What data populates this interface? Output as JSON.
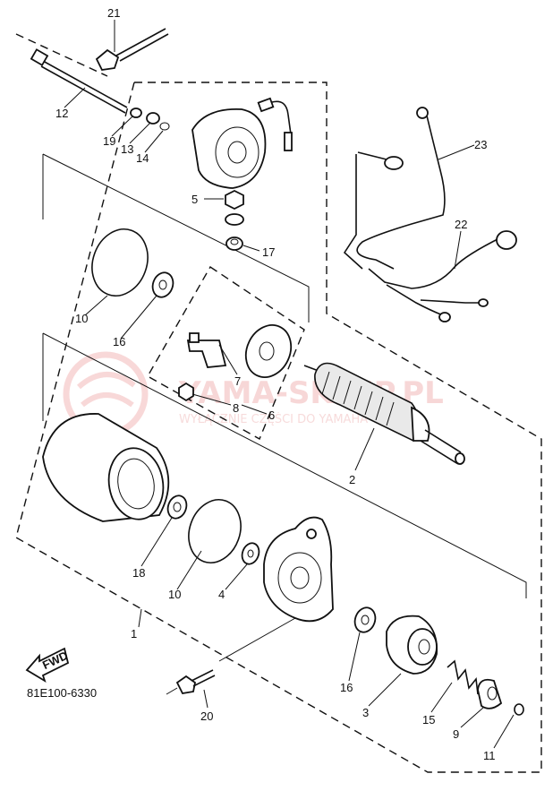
{
  "diagram": {
    "code": "81E100-6330",
    "fwd_label": "FWD",
    "watermark": {
      "main": "YAMA-SKLEP.PL",
      "sub": "WYŁĄCZNIE CZĘŚCI DO YAMAHA"
    },
    "callouts": [
      {
        "id": "c21",
        "label": "21"
      },
      {
        "id": "c12",
        "label": "12"
      },
      {
        "id": "c19",
        "label": "19"
      },
      {
        "id": "c13",
        "label": "13"
      },
      {
        "id": "c14",
        "label": "14"
      },
      {
        "id": "c5",
        "label": "5"
      },
      {
        "id": "c17",
        "label": "17"
      },
      {
        "id": "c23",
        "label": "23"
      },
      {
        "id": "c22",
        "label": "22"
      },
      {
        "id": "c10a",
        "label": "10"
      },
      {
        "id": "c16a",
        "label": "16"
      },
      {
        "id": "c7",
        "label": "7"
      },
      {
        "id": "c8",
        "label": "8"
      },
      {
        "id": "c6",
        "label": "6"
      },
      {
        "id": "c2",
        "label": "2"
      },
      {
        "id": "c18",
        "label": "18"
      },
      {
        "id": "c10b",
        "label": "10"
      },
      {
        "id": "c4",
        "label": "4"
      },
      {
        "id": "c1",
        "label": "1"
      },
      {
        "id": "c16b",
        "label": "16"
      },
      {
        "id": "c3",
        "label": "3"
      },
      {
        "id": "c15",
        "label": "15"
      },
      {
        "id": "c9",
        "label": "9"
      },
      {
        "id": "c11",
        "label": "11"
      },
      {
        "id": "c20",
        "label": "20"
      }
    ]
  }
}
